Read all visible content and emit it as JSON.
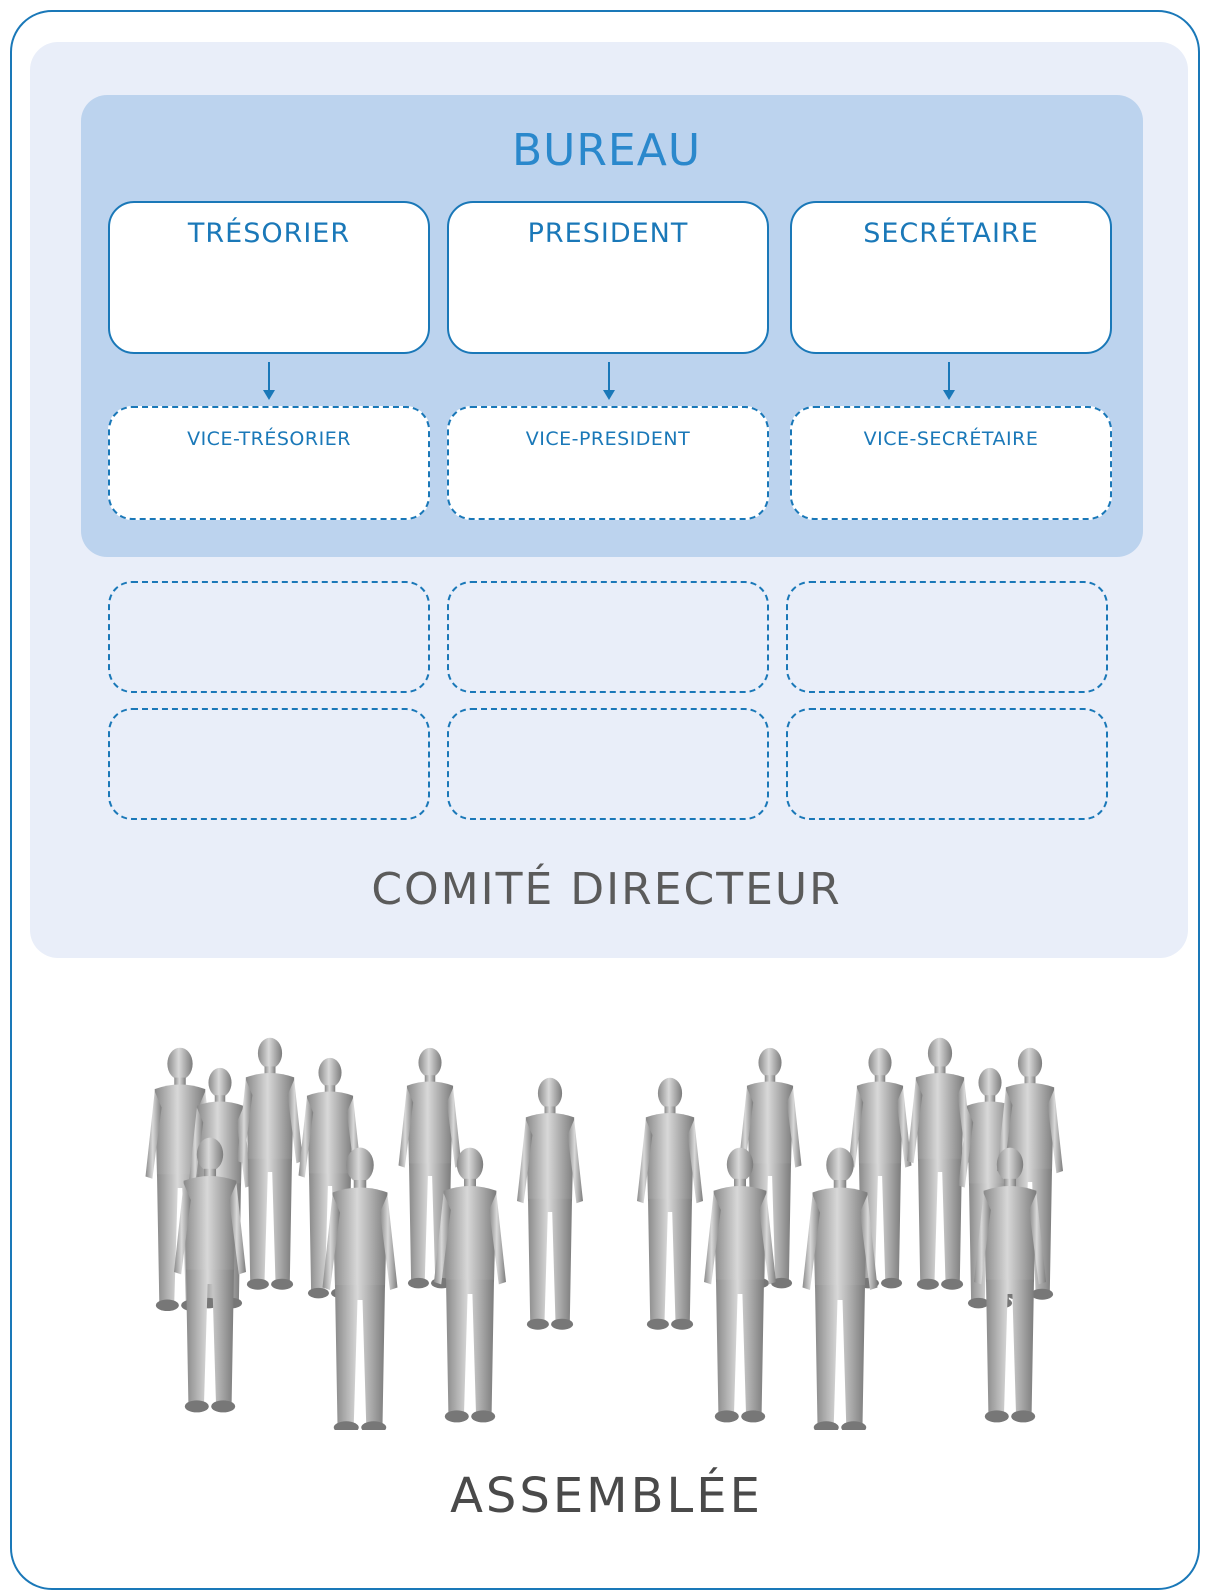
{
  "bureau": {
    "title": "BUREAU",
    "roles": [
      {
        "label": "TRÉSORIER"
      },
      {
        "label": "PRESIDENT"
      },
      {
        "label": "SECRÉTAIRE"
      }
    ],
    "vices": [
      {
        "label": "VICE-TRÉSORIER"
      },
      {
        "label": "VICE-PRESIDENT"
      },
      {
        "label": "VICE-SECRÉTAIRE"
      }
    ]
  },
  "comite": {
    "title": "COMITÉ DIRECTEUR",
    "member_slots": 6
  },
  "assemblee": {
    "title": "ASSEMBLÉE",
    "figure_count": 18
  },
  "colors": {
    "frame": "#1a78b8",
    "bureau_title": "#2a88cc",
    "comite_panel": "#e9eef9",
    "bureau_panel": "#bcd3ee",
    "figure": "#a8a8a8"
  }
}
